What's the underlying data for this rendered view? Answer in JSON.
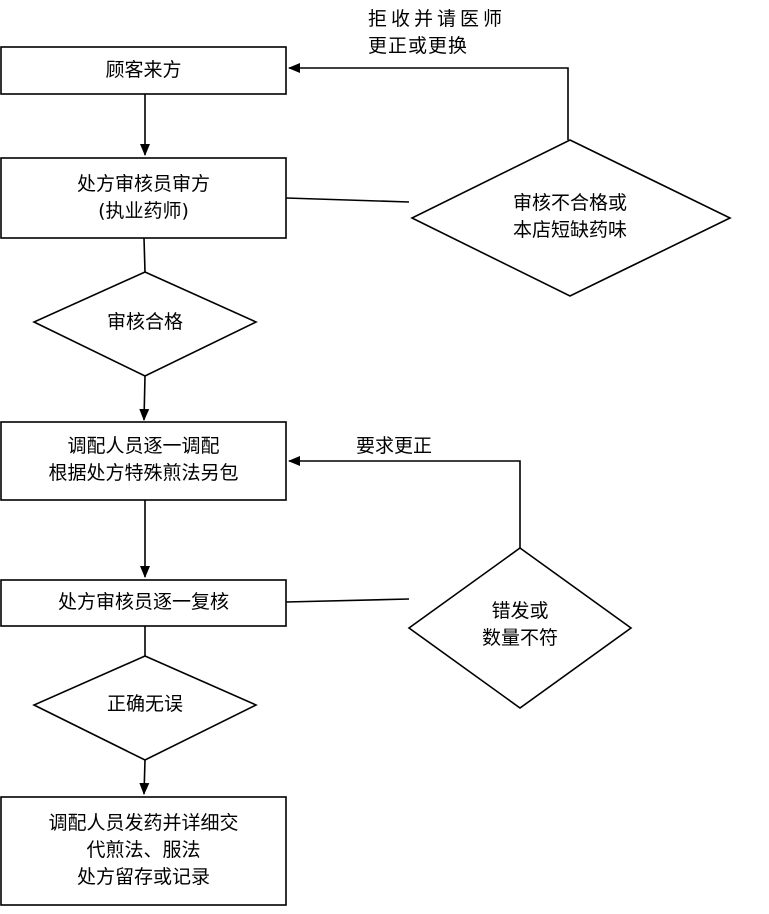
{
  "flowchart": {
    "nodes": {
      "customer_prescription": {
        "lines": [
          "顾客来方"
        ]
      },
      "prescription_review": {
        "lines": [
          "处方审核员审方",
          "(执业药师)"
        ]
      },
      "review_passed": {
        "lines": [
          "审核合格"
        ]
      },
      "review_failed": {
        "lines": [
          "审核不合格或",
          "本店短缺药味"
        ]
      },
      "dispensing": {
        "lines": [
          "调配人员逐一调配",
          "根据处方特殊煎法另包"
        ]
      },
      "recheck": {
        "lines": [
          "处方审核员逐一复核"
        ]
      },
      "correct": {
        "lines": [
          "正确无误"
        ]
      },
      "error_check": {
        "lines": [
          "错发或",
          "数量不符"
        ]
      },
      "dispense_final": {
        "lines": [
          "调配人员发药并详细交",
          "代煎法、服法",
          "处方留存或记录"
        ]
      }
    },
    "edge_labels": {
      "reject_note": [
        "拒收并请医师",
        "更正或更换"
      ],
      "correction_note": "要求更正"
    }
  }
}
